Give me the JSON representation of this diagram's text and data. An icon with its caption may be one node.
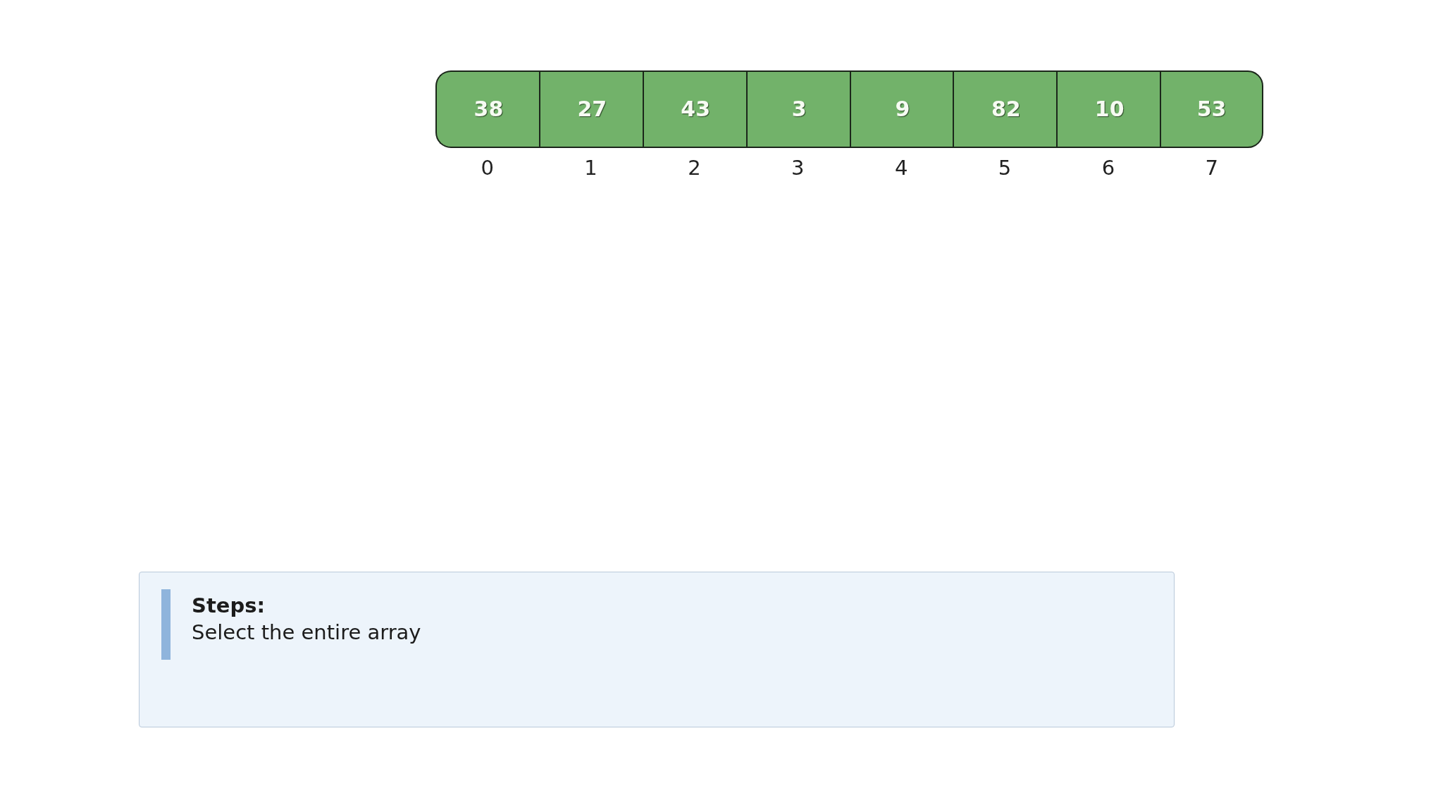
{
  "diagram": {
    "nodes": [
      {
        "text": [
          "38"
        ],
        "beside": [
          "0"
        ]
      },
      {
        "text": [
          "27"
        ],
        "beside": [
          "1"
        ]
      },
      {
        "text": [
          "43"
        ],
        "beside": [
          "2"
        ]
      },
      {
        "text": [
          "3"
        ],
        "beside": [
          "3"
        ]
      },
      {
        "text": [
          "9"
        ],
        "beside": [
          "4"
        ]
      },
      {
        "text": [
          "82"
        ],
        "beside": [
          "5"
        ]
      },
      {
        "text": [
          "10"
        ],
        "beside": [
          "6"
        ]
      },
      {
        "text": [
          "53"
        ],
        "beside": [
          "7"
        ]
      },
      {
        "text": [
          "Steps:",
          "Select the entire array"
        ]
      }
    ]
  }
}
